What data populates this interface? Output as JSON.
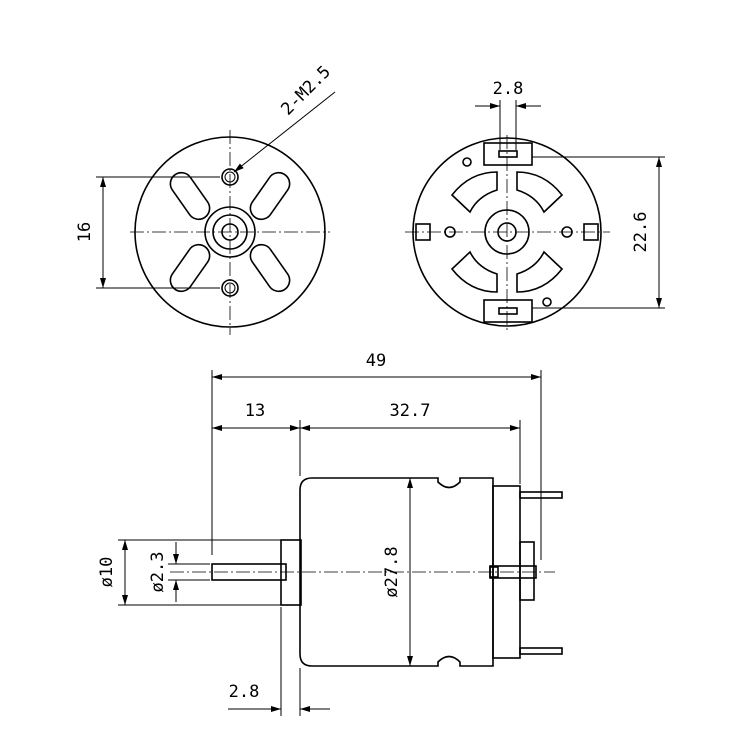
{
  "front_view": {
    "thread_callout": "2-M2.5",
    "hole_spacing": "16"
  },
  "rear_view": {
    "terminal_width": "2.8",
    "terminal_spacing": "22.6"
  },
  "side_view": {
    "overall_length": "49",
    "shaft_length": "13",
    "body_length": "32.7",
    "body_diameter": "ø27.8",
    "boss_diameter": "ø10",
    "shaft_diameter": "ø2.3",
    "boss_length": "2.8"
  }
}
